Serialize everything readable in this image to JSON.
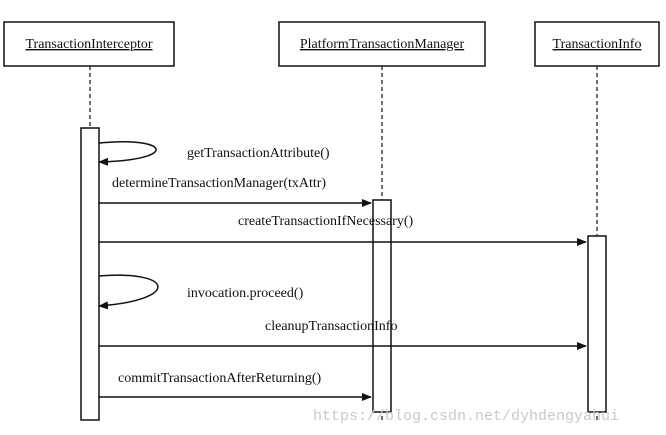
{
  "participants": [
    {
      "id": "interceptor",
      "name": "TransactionInterceptor"
    },
    {
      "id": "manager",
      "name": "PlatformTransactionManager"
    },
    {
      "id": "info",
      "name": "TransactionInfo"
    }
  ],
  "messages": [
    {
      "id": "get-attr",
      "label": "getTransactionAttribute()",
      "from": "interceptor",
      "to": "interceptor",
      "self_call": true
    },
    {
      "id": "determine-manager",
      "label": "determineTransactionManager(txAttr)",
      "from": "interceptor",
      "to": "manager"
    },
    {
      "id": "create-tx",
      "label": "createTransactionIfNecessary()",
      "from": "interceptor",
      "to": "info"
    },
    {
      "id": "proceed",
      "label": "invocation.proceed()",
      "from": "interceptor",
      "to": "interceptor",
      "self_call": true
    },
    {
      "id": "cleanup",
      "label": "cleanupTransactionInfo",
      "from": "interceptor",
      "to": "info"
    },
    {
      "id": "commit",
      "label": "commitTransactionAfterReturning()",
      "from": "interceptor",
      "to": "manager"
    }
  ],
  "watermark": "https://blog.csdn.net/dyhdengyahui"
}
